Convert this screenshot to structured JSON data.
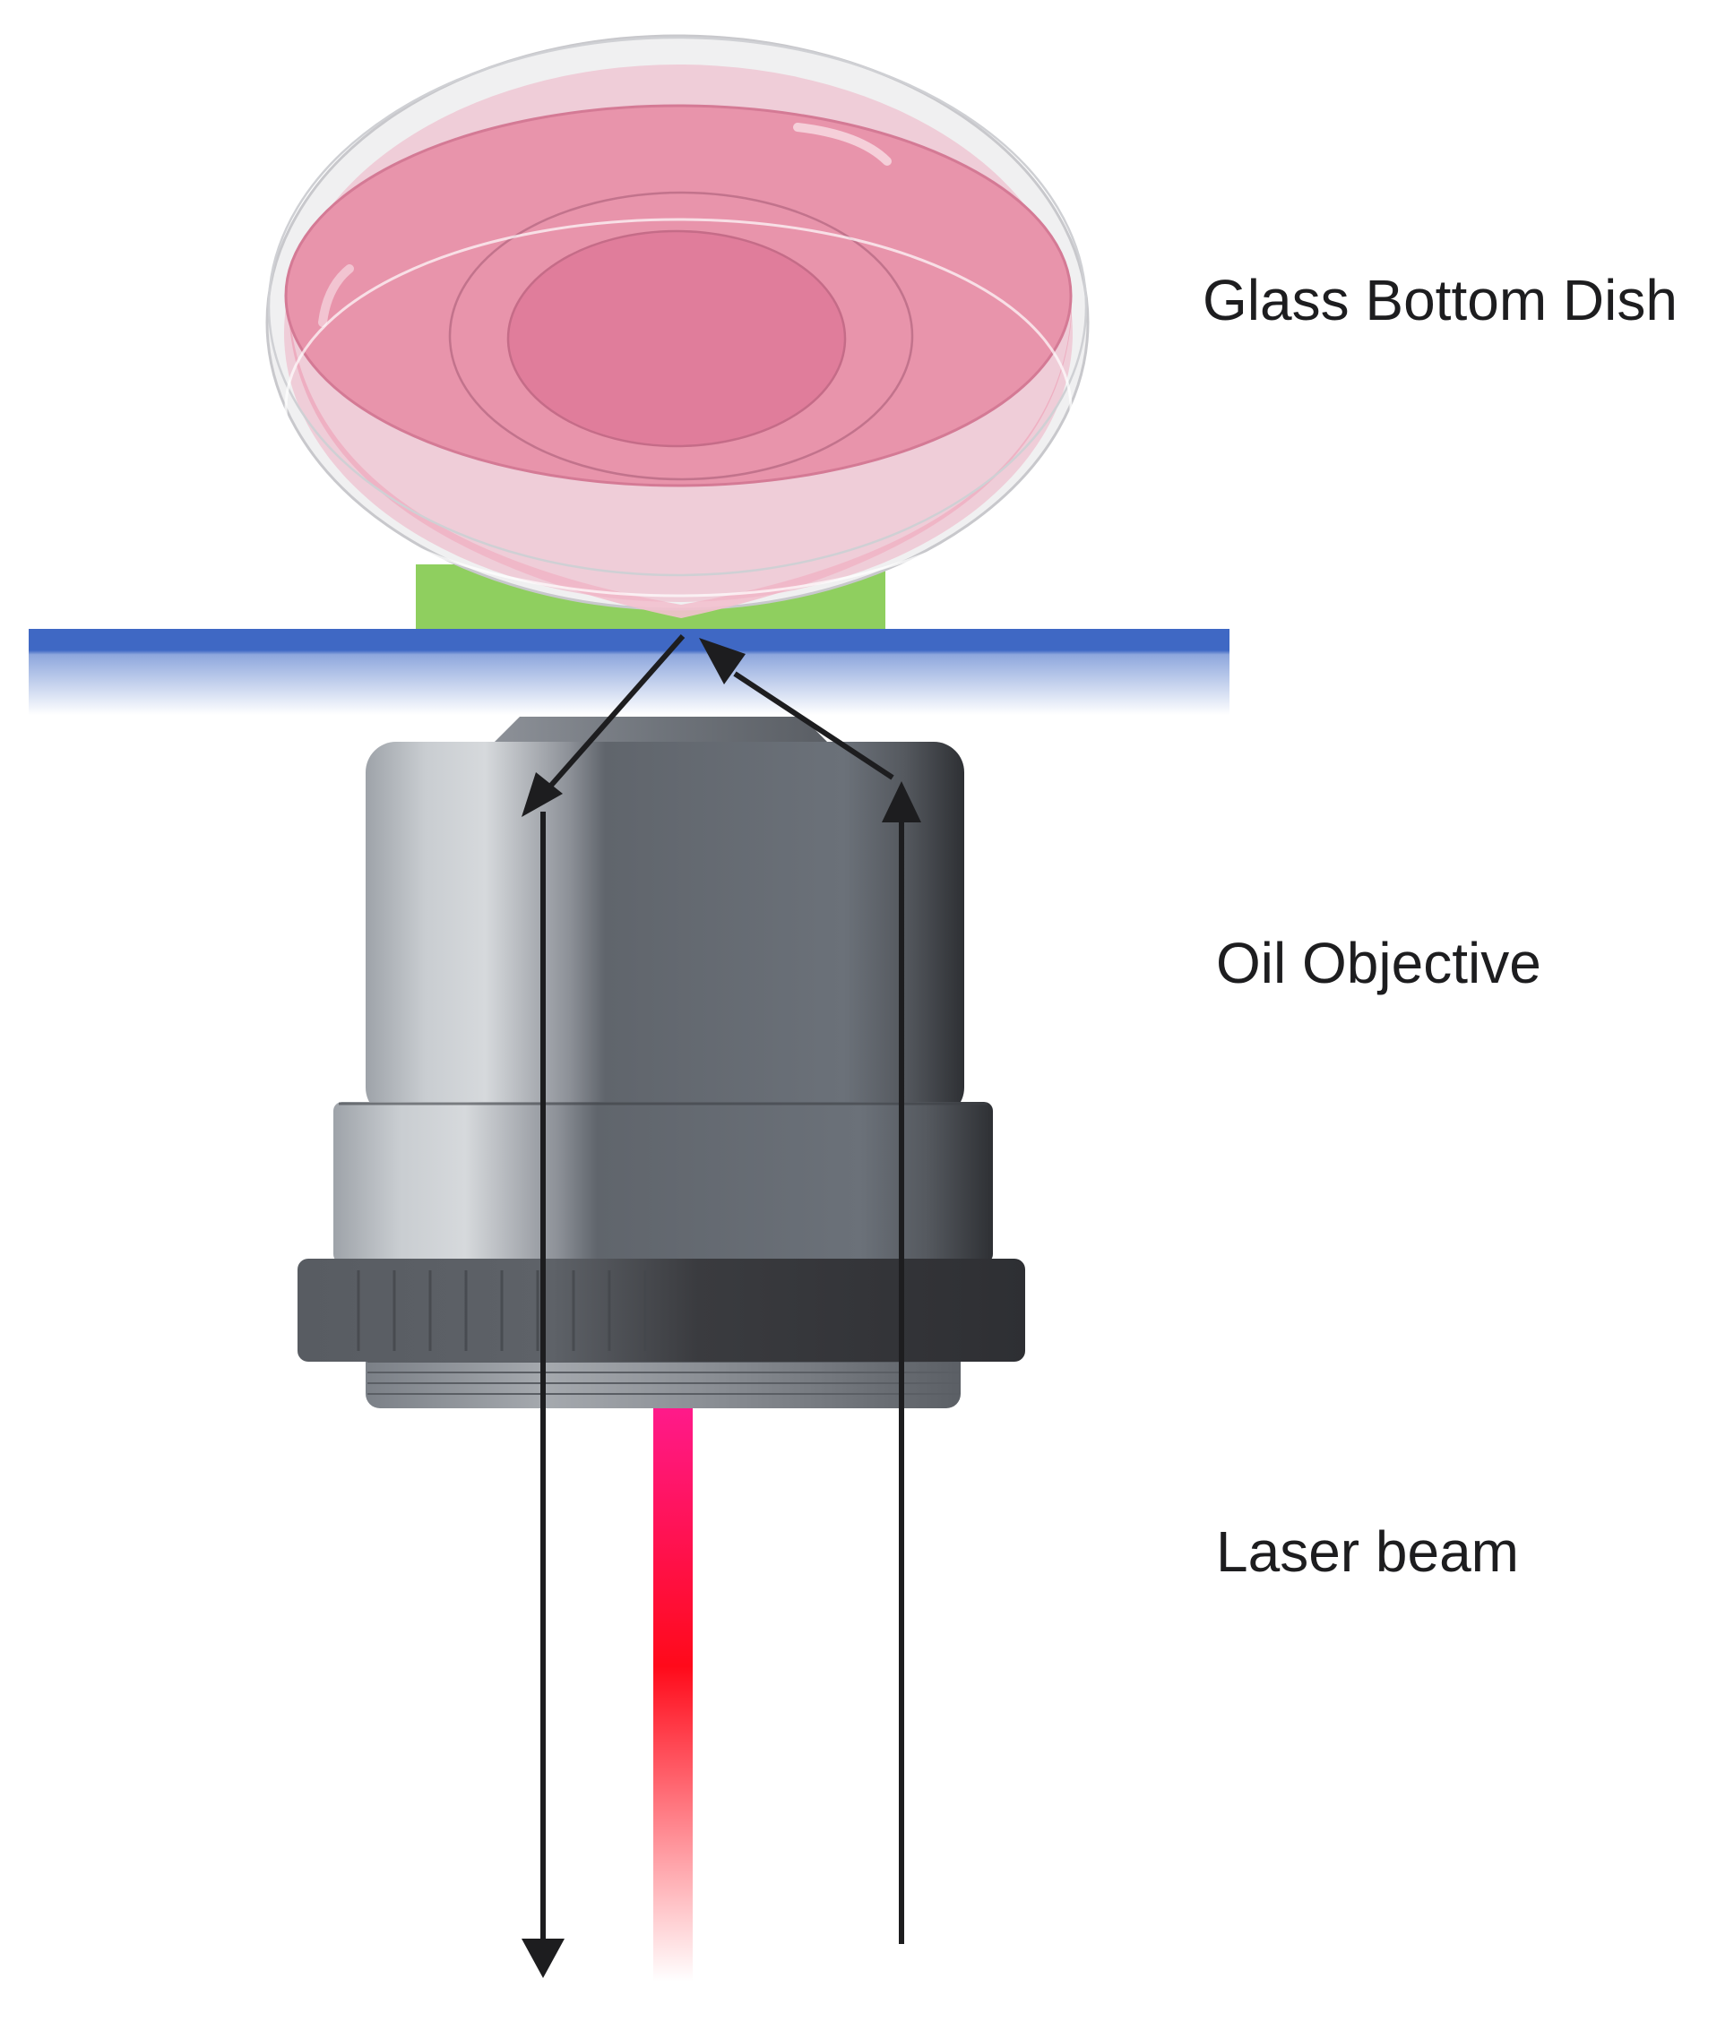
{
  "labels": {
    "dish": "Glass Bottom Dish",
    "objective": "Oil Objective",
    "laser": "Laser beam"
  },
  "colors": {
    "dish_medium": "#e894ab",
    "dish_center": "#e07d9b",
    "immersion_oil": "#8fcf5f",
    "coverslip": "#3f68c4",
    "objective_dark": "#3a3b3f",
    "objective_mid": "#666c74",
    "objective_light": "#d4d8dc",
    "laser_top": "#ff1a8a",
    "laser_mid": "#ff0a1a",
    "arrow": "#1d1d1f"
  },
  "icons": [
    "up-arrow-icon",
    "down-arrow-icon"
  ]
}
